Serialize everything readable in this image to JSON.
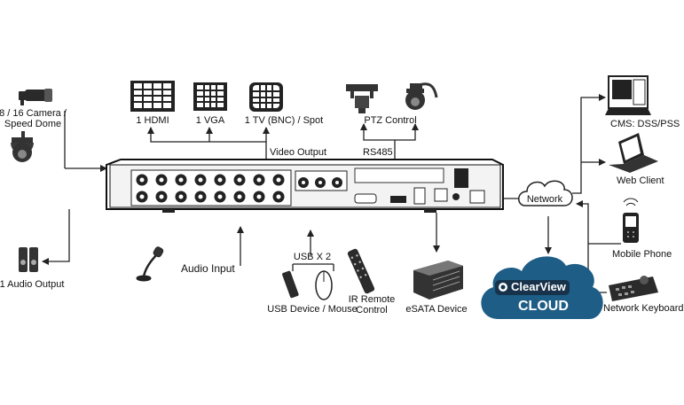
{
  "labels": {
    "camera": "8 / 16 Camera /",
    "speed_dome": "Speed Dome",
    "hdmi": "1 HDMI",
    "vga": "1 VGA",
    "tv": "1 TV (BNC) / Spot",
    "video_output": "Video Output",
    "ptz_control": "PTZ Control",
    "rs485": "RS485",
    "audio_input": "Audio Input",
    "audio_output": "1 Audio Output",
    "usb_x2": "USB X 2",
    "usb_device": "USB Device / Mouse",
    "ir_remote": "IR Remote",
    "ir_control": "Control",
    "esata": "eSATA Device",
    "network": "Network",
    "cms": "CMS: DSS/PSS",
    "web_client": "Web Client",
    "mobile_phone": "Mobile Phone",
    "network_keyboard": "Network Keyboard"
  },
  "cloud": {
    "brand": "ClearView",
    "word": "CLOUD",
    "fill_color": "#1d5d86",
    "inner_color": "#17324a"
  },
  "colors": {
    "line": "#222222",
    "device_dark": "#1e1e1e",
    "device_light": "#ffffff"
  }
}
